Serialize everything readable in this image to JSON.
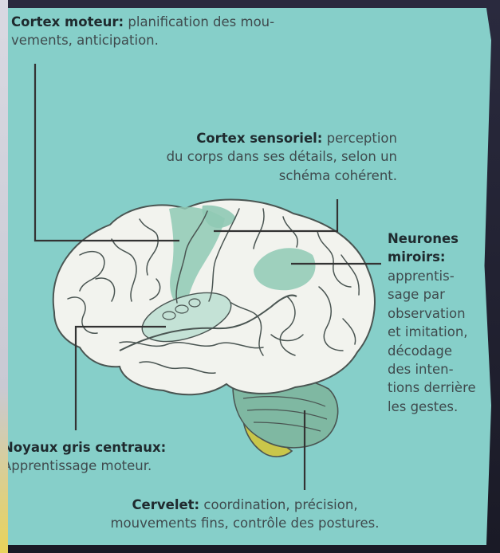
{
  "labels": {
    "motor_cortex": {
      "term": "Cortex moteur:",
      "line1": " planification des mou-",
      "line2": "vements, anticipation."
    },
    "sensory_cortex": {
      "term": "Cortex sensoriel:",
      "line1": " perception",
      "line2": "du corps dans ses détails, selon un",
      "line3": "schéma cohérent."
    },
    "mirror_neurons": {
      "term_line1": "Neurones",
      "term_line2": "miroirs:",
      "lines": [
        "apprentis-",
        "sage par",
        "observation",
        "et imitation,",
        "décodage",
        "des inten-",
        "tions derrière",
        "les gestes."
      ]
    },
    "basal_ganglia": {
      "term": "Noyaux gris centraux:",
      "line2": "Apprentissage moteur."
    },
    "cerebellum": {
      "term": "Cervelet:",
      "line1": " coordination, précision,",
      "line2": "mouvements fins, contrôle des postures."
    }
  },
  "colors": {
    "background": "#86cfc9",
    "brain_fill": "#f2f3ee",
    "brain_outline": "#4a5552",
    "highlight_region": "#8fc9b4",
    "cerebellum": "#7fb8a2",
    "brainstem": "#c9c64a",
    "leader_line": "#333333"
  }
}
